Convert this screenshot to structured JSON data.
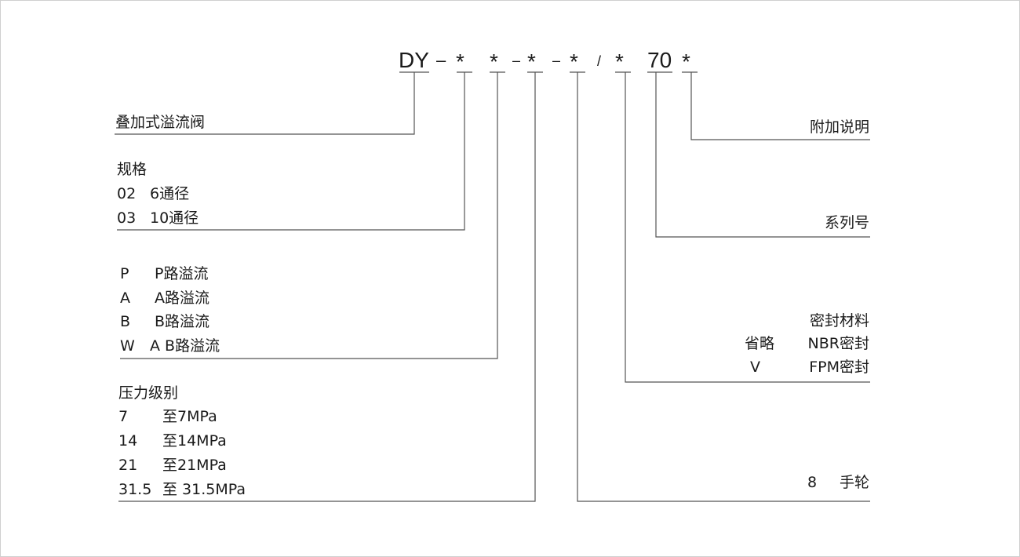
{
  "code": {
    "prefix": "DY",
    "dash": "–",
    "slash": "/",
    "star": "*",
    "series": "70"
  },
  "left": {
    "type": {
      "title": "叠加式溢流阀"
    },
    "size": {
      "title": "规格",
      "rows": [
        {
          "code": "02",
          "desc": "6通径"
        },
        {
          "code": "03",
          "desc": "10通径"
        }
      ]
    },
    "port": {
      "rows": [
        {
          "code": "P",
          "desc": "P路溢流"
        },
        {
          "code": "A",
          "desc": "A路溢流"
        },
        {
          "code": "B",
          "desc": "B路溢流"
        },
        {
          "code": "W",
          "desc": "A B路溢流"
        }
      ]
    },
    "pressure": {
      "title": "压力级别",
      "rows": [
        {
          "code": "7",
          "desc": "至7MPa"
        },
        {
          "code": "14",
          "desc": "至14MPa"
        },
        {
          "code": "21",
          "desc": "至21MPa"
        },
        {
          "code": "31.5",
          "desc": "至 31.5MPa"
        }
      ]
    }
  },
  "right": {
    "extra": {
      "title": "附加说明"
    },
    "series": {
      "title": "系列号"
    },
    "seal": {
      "title": "密封材料",
      "rows": [
        {
          "code": "省略",
          "desc": "NBR密封"
        },
        {
          "code": "V",
          "desc": "FPM密封"
        }
      ]
    },
    "handwheel": {
      "code": "8",
      "desc": "手轮"
    }
  }
}
